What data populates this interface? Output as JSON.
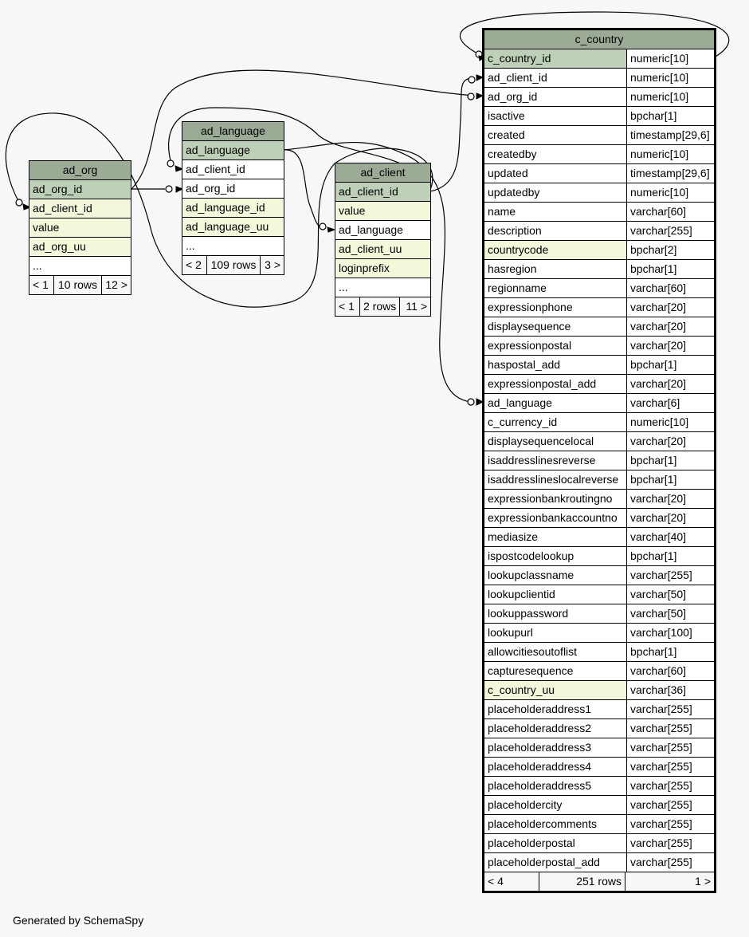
{
  "footer_text": "Generated by SchemaSpy",
  "colors": {
    "title_bg": "#9bab96",
    "pk_bg": "#bfd0b9",
    "index_bg": "#f4f7da",
    "background": "#f7f7f7"
  },
  "tables": {
    "ad_org": {
      "name": "ad_org",
      "columns": [
        {
          "name": "ad_org_id",
          "kind": "pk"
        },
        {
          "name": "ad_client_id",
          "kind": "idx"
        },
        {
          "name": "value",
          "kind": "idx"
        },
        {
          "name": "ad_org_uu",
          "kind": "idx"
        },
        {
          "name": "...",
          "kind": "plain"
        }
      ],
      "footer": {
        "parents": "< 1",
        "rows": "10 rows",
        "children": "12 >"
      }
    },
    "ad_language": {
      "name": "ad_language",
      "columns": [
        {
          "name": "ad_language",
          "kind": "pk"
        },
        {
          "name": "ad_client_id",
          "kind": "plain"
        },
        {
          "name": "ad_org_id",
          "kind": "plain"
        },
        {
          "name": "ad_language_id",
          "kind": "idx"
        },
        {
          "name": "ad_language_uu",
          "kind": "idx"
        },
        {
          "name": "...",
          "kind": "plain"
        }
      ],
      "footer": {
        "parents": "< 2",
        "rows": "109 rows",
        "children": "3 >"
      }
    },
    "ad_client": {
      "name": "ad_client",
      "columns": [
        {
          "name": "ad_client_id",
          "kind": "pk"
        },
        {
          "name": "value",
          "kind": "idx"
        },
        {
          "name": "ad_language",
          "kind": "plain"
        },
        {
          "name": "ad_client_uu",
          "kind": "idx"
        },
        {
          "name": "loginprefix",
          "kind": "idx"
        },
        {
          "name": "...",
          "kind": "plain"
        }
      ],
      "footer": {
        "parents": "< 1",
        "rows": "2 rows",
        "children": "11 >"
      }
    },
    "c_country": {
      "name": "c_country",
      "columns": [
        {
          "name": "c_country_id",
          "type": "numeric[10]",
          "kind": "pk"
        },
        {
          "name": "ad_client_id",
          "type": "numeric[10]",
          "kind": "plain"
        },
        {
          "name": "ad_org_id",
          "type": "numeric[10]",
          "kind": "plain"
        },
        {
          "name": "isactive",
          "type": "bpchar[1]",
          "kind": "plain"
        },
        {
          "name": "created",
          "type": "timestamp[29,6]",
          "kind": "plain"
        },
        {
          "name": "createdby",
          "type": "numeric[10]",
          "kind": "plain"
        },
        {
          "name": "updated",
          "type": "timestamp[29,6]",
          "kind": "plain"
        },
        {
          "name": "updatedby",
          "type": "numeric[10]",
          "kind": "plain"
        },
        {
          "name": "name",
          "type": "varchar[60]",
          "kind": "plain"
        },
        {
          "name": "description",
          "type": "varchar[255]",
          "kind": "plain"
        },
        {
          "name": "countrycode",
          "type": "bpchar[2]",
          "kind": "idx"
        },
        {
          "name": "hasregion",
          "type": "bpchar[1]",
          "kind": "plain"
        },
        {
          "name": "regionname",
          "type": "varchar[60]",
          "kind": "plain"
        },
        {
          "name": "expressionphone",
          "type": "varchar[20]",
          "kind": "plain"
        },
        {
          "name": "displaysequence",
          "type": "varchar[20]",
          "kind": "plain"
        },
        {
          "name": "expressionpostal",
          "type": "varchar[20]",
          "kind": "plain"
        },
        {
          "name": "haspostal_add",
          "type": "bpchar[1]",
          "kind": "plain"
        },
        {
          "name": "expressionpostal_add",
          "type": "varchar[20]",
          "kind": "plain"
        },
        {
          "name": "ad_language",
          "type": "varchar[6]",
          "kind": "plain"
        },
        {
          "name": "c_currency_id",
          "type": "numeric[10]",
          "kind": "plain"
        },
        {
          "name": "displaysequencelocal",
          "type": "varchar[20]",
          "kind": "plain"
        },
        {
          "name": "isaddresslinesreverse",
          "type": "bpchar[1]",
          "kind": "plain"
        },
        {
          "name": "isaddresslineslocalreverse",
          "type": "bpchar[1]",
          "kind": "plain"
        },
        {
          "name": "expressionbankroutingno",
          "type": "varchar[20]",
          "kind": "plain"
        },
        {
          "name": "expressionbankaccountno",
          "type": "varchar[20]",
          "kind": "plain"
        },
        {
          "name": "mediasize",
          "type": "varchar[40]",
          "kind": "plain"
        },
        {
          "name": "ispostcodelookup",
          "type": "bpchar[1]",
          "kind": "plain"
        },
        {
          "name": "lookupclassname",
          "type": "varchar[255]",
          "kind": "plain"
        },
        {
          "name": "lookupclientid",
          "type": "varchar[50]",
          "kind": "plain"
        },
        {
          "name": "lookuppassword",
          "type": "varchar[50]",
          "kind": "plain"
        },
        {
          "name": "lookupurl",
          "type": "varchar[100]",
          "kind": "plain"
        },
        {
          "name": "allowcitiesoutoflist",
          "type": "bpchar[1]",
          "kind": "plain"
        },
        {
          "name": "capturesequence",
          "type": "varchar[60]",
          "kind": "plain"
        },
        {
          "name": "c_country_uu",
          "type": "varchar[36]",
          "kind": "idx"
        },
        {
          "name": "placeholderaddress1",
          "type": "varchar[255]",
          "kind": "plain"
        },
        {
          "name": "placeholderaddress2",
          "type": "varchar[255]",
          "kind": "plain"
        },
        {
          "name": "placeholderaddress3",
          "type": "varchar[255]",
          "kind": "plain"
        },
        {
          "name": "placeholderaddress4",
          "type": "varchar[255]",
          "kind": "plain"
        },
        {
          "name": "placeholderaddress5",
          "type": "varchar[255]",
          "kind": "plain"
        },
        {
          "name": "placeholdercity",
          "type": "varchar[255]",
          "kind": "plain"
        },
        {
          "name": "placeholdercomments",
          "type": "varchar[255]",
          "kind": "plain"
        },
        {
          "name": "placeholderpostal",
          "type": "varchar[255]",
          "kind": "plain"
        },
        {
          "name": "placeholderpostal_add",
          "type": "varchar[255]",
          "kind": "plain"
        }
      ],
      "footer": {
        "parents": "< 4",
        "rows": "251 rows",
        "children": "1 >"
      }
    }
  }
}
